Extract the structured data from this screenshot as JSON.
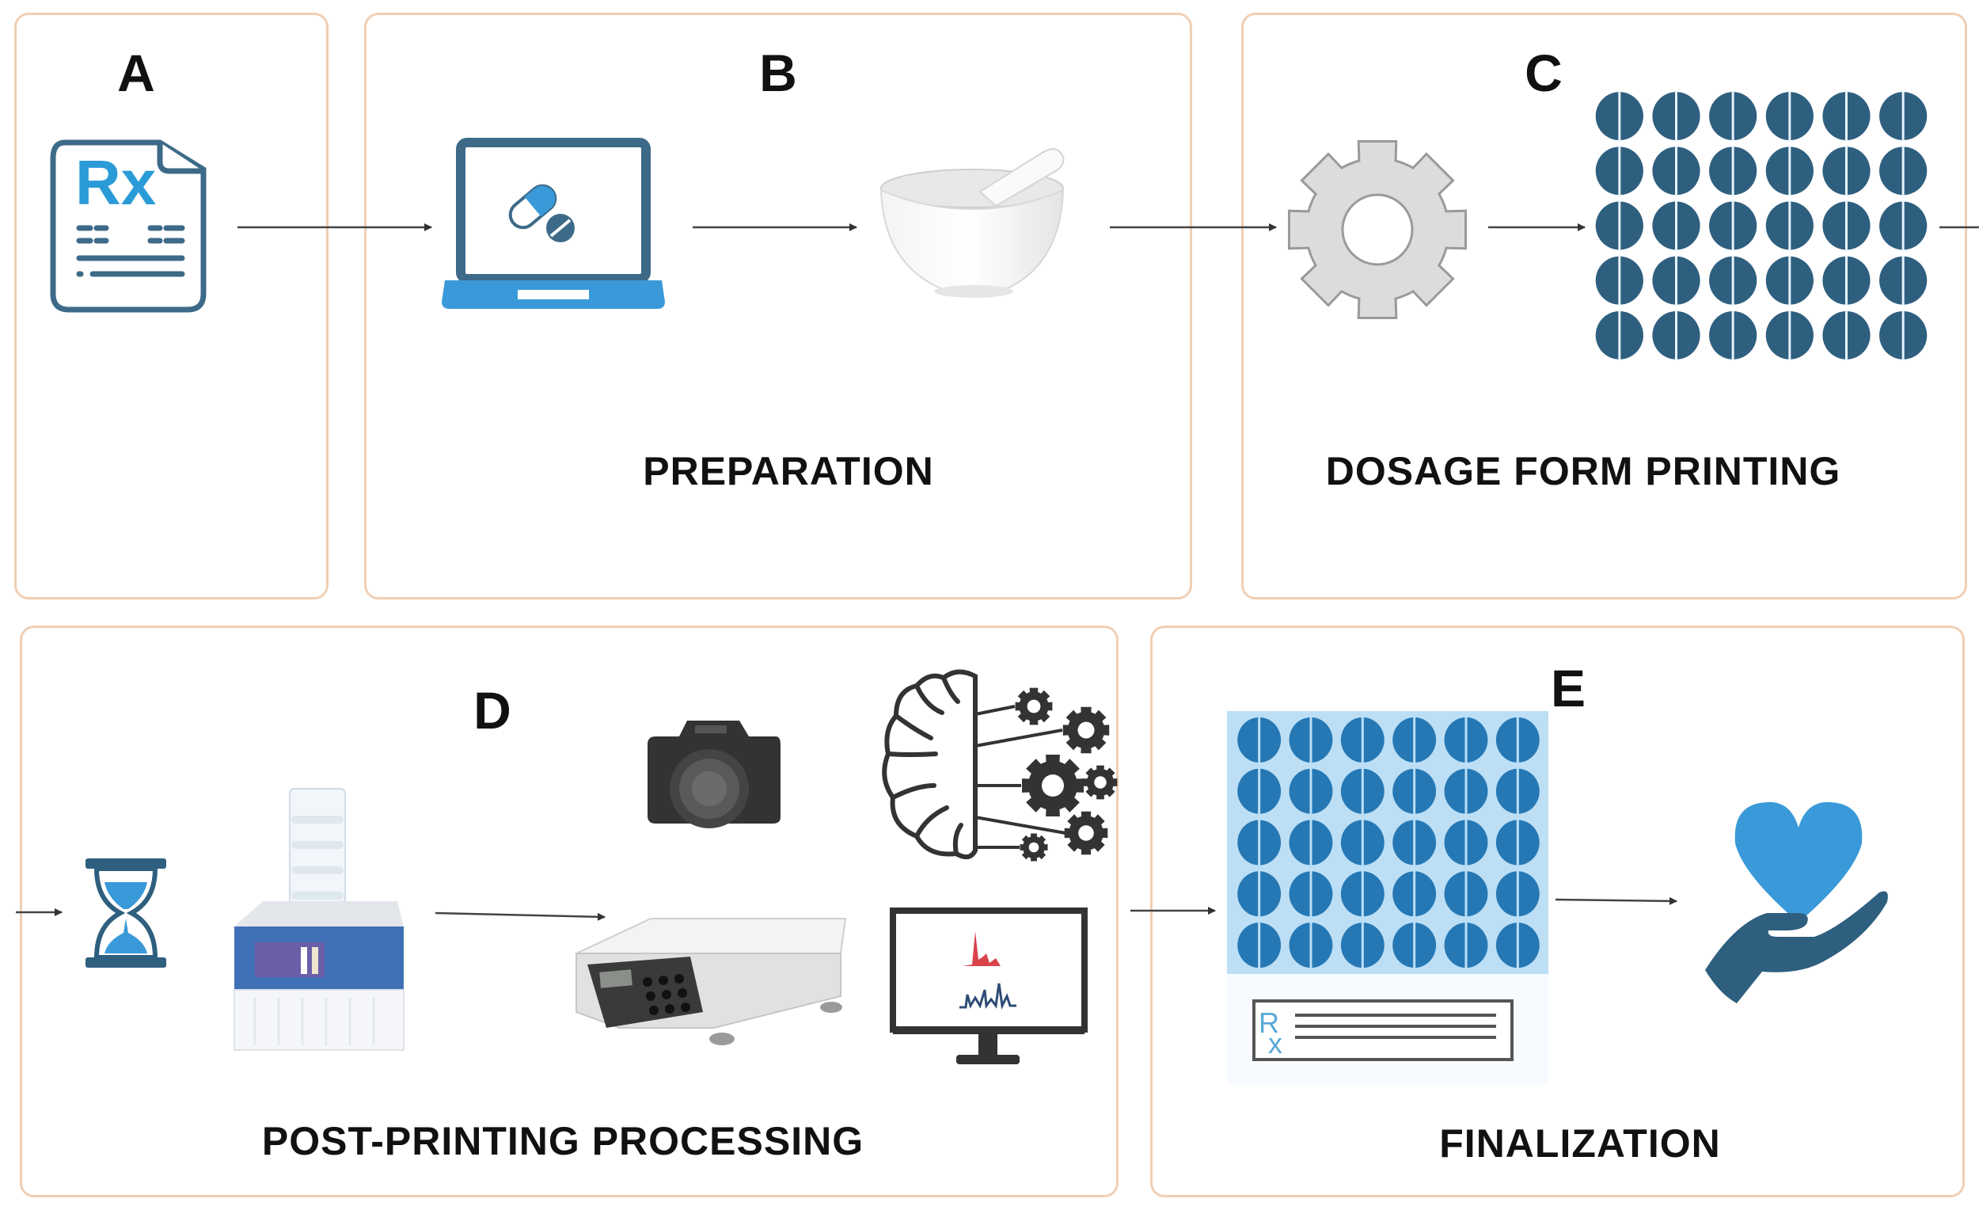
{
  "figure": {
    "title": "3D printing of personalized dosage forms workflow",
    "colors": {
      "panel_border": "#f0cfb4",
      "accent_blue": "#3a9ad9",
      "dark_blue": "#2e5f7e",
      "tablet_blue": "#2f5f7f",
      "finalized_tablet_blue": "#2678b4",
      "gear_gray": "#dcdcdc",
      "text": "#111111",
      "arrow": "#333333"
    }
  },
  "panels": [
    {
      "id": "A",
      "letter": "A",
      "label": "",
      "icons": [
        "prescription-icon"
      ]
    },
    {
      "id": "B",
      "letter": "B",
      "label": "PREPARATION",
      "icons": [
        "laptop-pill-icon",
        "mortar-pestle-icon"
      ]
    },
    {
      "id": "C",
      "letter": "C",
      "label": "DOSAGE FORM PRINTING",
      "icons": [
        "gear-icon",
        "tablet-grid-icon"
      ]
    },
    {
      "id": "D",
      "letter": "D",
      "label": "POST-PRINTING PROCESSING",
      "icons": [
        "hourglass-icon",
        "freeze-dryer-icon",
        "camera-icon",
        "brain-gears-icon",
        "scale-icon",
        "monitor-spectrum-icon"
      ]
    },
    {
      "id": "E",
      "letter": "E",
      "label": "FINALIZATION",
      "icons": [
        "packaged-tablets-icon",
        "heart-in-hand-icon"
      ]
    }
  ],
  "tablet_grid": {
    "rows": 5,
    "cols": 6
  },
  "rx_symbol": "Rx"
}
